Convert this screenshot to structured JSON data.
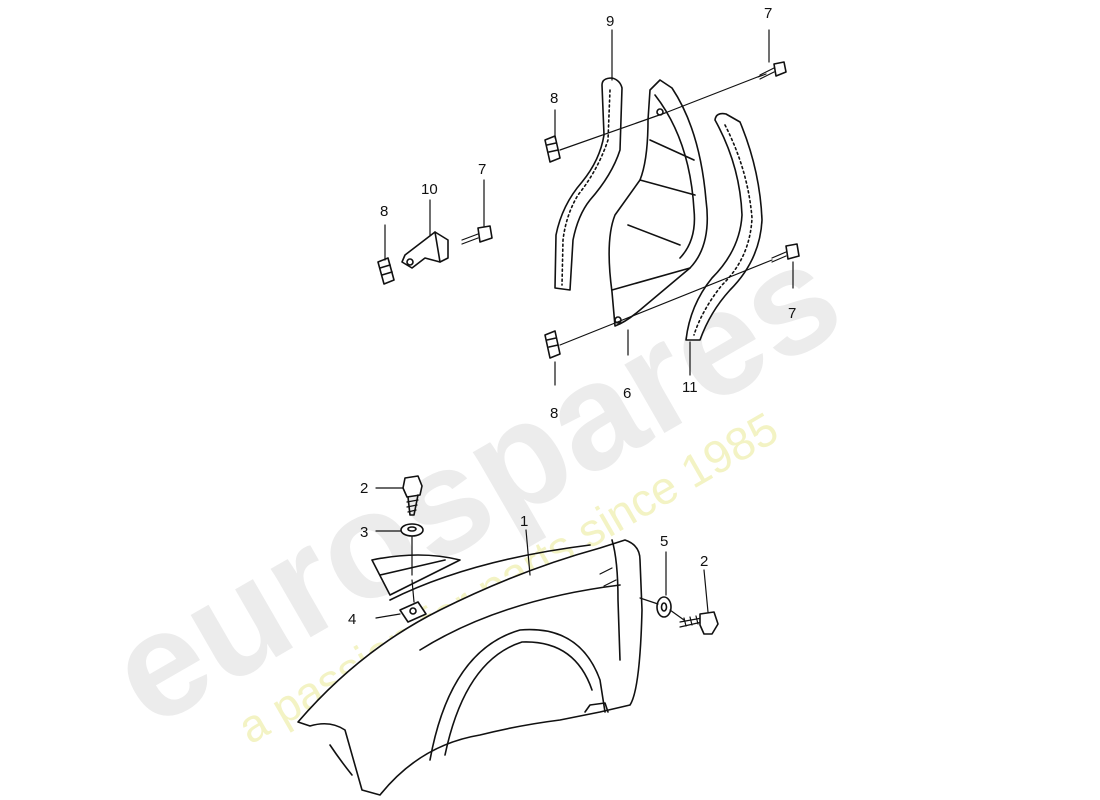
{
  "diagram": {
    "callouts": [
      "1",
      "2",
      "2",
      "3",
      "4",
      "5",
      "6",
      "7",
      "7",
      "7",
      "8",
      "8",
      "8",
      "9",
      "10",
      "11"
    ]
  },
  "watermark": {
    "brand": "eurospares",
    "tagline": "a passion for parts since 1985"
  },
  "colors": {
    "ink": "#111111",
    "watermark_brand": "#ececec",
    "watermark_tagline": "#f3f3c4"
  }
}
